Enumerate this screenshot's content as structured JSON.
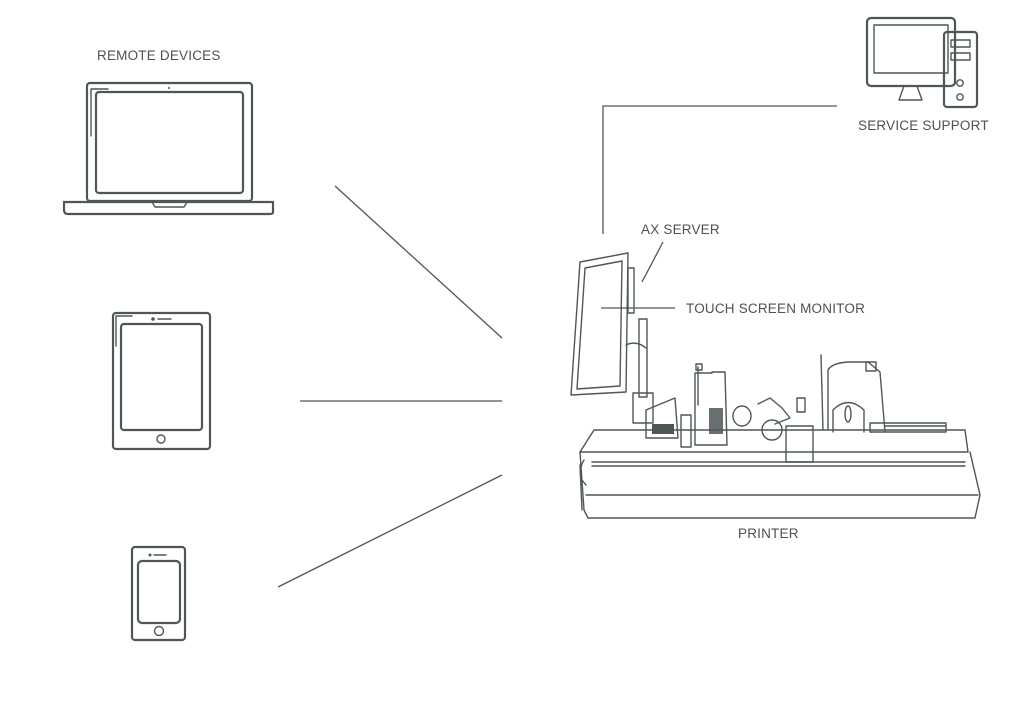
{
  "diagram": {
    "labels": {
      "remote_devices": "REMOTE DEVICES",
      "service_support": "SERVICE SUPPORT",
      "ax_server": "AX SERVER",
      "touch_screen_monitor": "TOUCH SCREEN MONITOR",
      "printer": "PRINTER"
    },
    "nodes": [
      {
        "id": "laptop",
        "icon": "laptop-icon",
        "group": "remote_devices"
      },
      {
        "id": "tablet",
        "icon": "tablet-icon",
        "group": "remote_devices"
      },
      {
        "id": "smartphone",
        "icon": "smartphone-icon",
        "group": "remote_devices"
      },
      {
        "id": "service-computer",
        "icon": "desktop-computer-icon",
        "group": "service_support"
      },
      {
        "id": "printer",
        "icon": "printer-machine-icon",
        "group": "printer"
      }
    ],
    "connections": [
      {
        "from": "laptop",
        "to": "printer"
      },
      {
        "from": "tablet",
        "to": "printer"
      },
      {
        "from": "smartphone",
        "to": "printer"
      },
      {
        "from": "service-computer",
        "to": "printer"
      }
    ],
    "colors": {
      "stroke": "#4e5758",
      "text": "#4a5253",
      "background": "#ffffff"
    }
  }
}
